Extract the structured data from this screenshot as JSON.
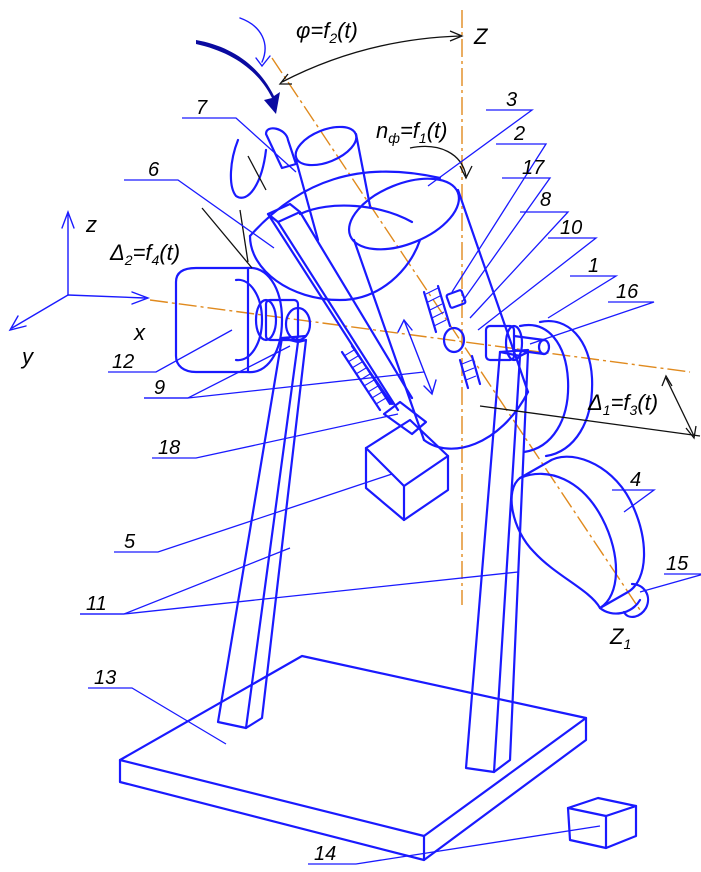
{
  "formulas": {
    "phi": "φ=f",
    "phi_sub": "2",
    "phi_arg": "(t)",
    "n": "n",
    "n_sub": "ф",
    "n_rest": "=f",
    "n_sub2": "1",
    "n_arg": "(t)",
    "d2": "Δ",
    "d2_sub": "2",
    "d2_rest": "=f",
    "d2_sub2": "4",
    "d2_arg": "(t)",
    "d1": "Δ",
    "d1_sub": "1",
    "d1_rest": "=f",
    "d1_sub2": "3",
    "d1_arg": "(t)"
  },
  "axes": {
    "Z": "Z",
    "Z1": "Z",
    "Z1_sub": "1",
    "x": "x",
    "y": "y",
    "z": "z"
  },
  "callouts": [
    "1",
    "2",
    "3",
    "4",
    "5",
    "6",
    "7",
    "8",
    "9",
    "10",
    "11",
    "12",
    "13",
    "14",
    "15",
    "16",
    "17",
    "18"
  ],
  "colors": {
    "line": "#1a1aff",
    "axis": "#e08a1e",
    "text": "#000000"
  }
}
